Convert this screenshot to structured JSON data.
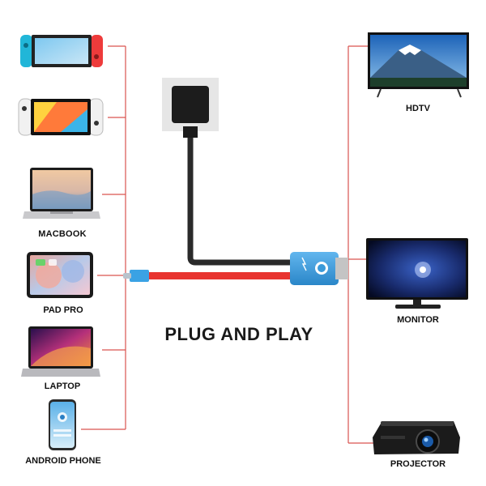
{
  "headline": "PLUG AND PLAY",
  "colors": {
    "connector_line": "#d9534f",
    "cable_red": "#e8342f",
    "cable_black": "#2a2a2a",
    "adapter_blue": "#3b9ad9"
  },
  "source_devices": [
    {
      "icon": "nintendo-switch-icon",
      "label": ""
    },
    {
      "icon": "nintendo-switch-oled-icon",
      "label": ""
    },
    {
      "icon": "macbook-icon",
      "label": "MACBOOK"
    },
    {
      "icon": "tablet-icon",
      "label": "PAD PRO"
    },
    {
      "icon": "laptop-icon",
      "label": "LAPTOP"
    },
    {
      "icon": "phone-icon",
      "label": "ANDROID PHONE"
    }
  ],
  "display_devices": [
    {
      "icon": "tv-icon",
      "label": "HDTV"
    },
    {
      "icon": "monitor-icon",
      "label": "MONITOR"
    },
    {
      "icon": "projector-icon",
      "label": "PROJECTOR"
    }
  ]
}
